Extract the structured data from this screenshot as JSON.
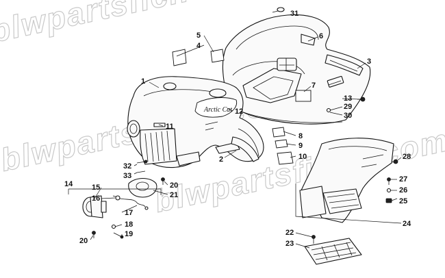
{
  "watermark": {
    "text": "blwpartsfiche.com"
  },
  "decal": {
    "logo_text": "Arctic Cat"
  },
  "callouts": [
    {
      "id": "1",
      "text": "1"
    },
    {
      "id": "2",
      "text": "2"
    },
    {
      "id": "3",
      "text": "3"
    },
    {
      "id": "4",
      "text": "4"
    },
    {
      "id": "5",
      "text": "5"
    },
    {
      "id": "6",
      "text": "6"
    },
    {
      "id": "7",
      "text": "7"
    },
    {
      "id": "8",
      "text": "8"
    },
    {
      "id": "9",
      "text": "9"
    },
    {
      "id": "10",
      "text": "10"
    },
    {
      "id": "11",
      "text": "11"
    },
    {
      "id": "12",
      "text": "12"
    },
    {
      "id": "13",
      "text": "13"
    },
    {
      "id": "14",
      "text": "14"
    },
    {
      "id": "15",
      "text": "15"
    },
    {
      "id": "16",
      "text": "16"
    },
    {
      "id": "17",
      "text": "17"
    },
    {
      "id": "18",
      "text": "18"
    },
    {
      "id": "19",
      "text": "19"
    },
    {
      "id": "20a",
      "text": "20"
    },
    {
      "id": "20b",
      "text": "20"
    },
    {
      "id": "21",
      "text": "21"
    },
    {
      "id": "22",
      "text": "22"
    },
    {
      "id": "23",
      "text": "23"
    },
    {
      "id": "24",
      "text": "24"
    },
    {
      "id": "25",
      "text": "25"
    },
    {
      "id": "26",
      "text": "26"
    },
    {
      "id": "27",
      "text": "27"
    },
    {
      "id": "28",
      "text": "28"
    },
    {
      "id": "29",
      "text": "29"
    },
    {
      "id": "30",
      "text": "30"
    },
    {
      "id": "31",
      "text": "31"
    },
    {
      "id": "32",
      "text": "32"
    },
    {
      "id": "33",
      "text": "33"
    }
  ]
}
